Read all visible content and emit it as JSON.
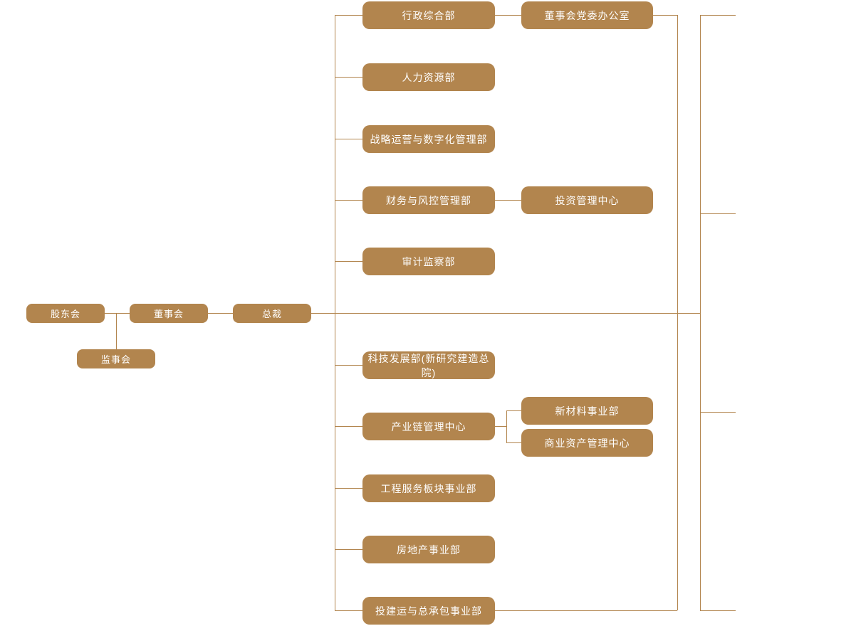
{
  "colors": {
    "node_fill": "#b2854e",
    "node_text": "#ffffff",
    "line": "#b2854e",
    "background": "#ffffff"
  },
  "nodes": {
    "shareholders": "股东会",
    "board": "董事会",
    "president": "总裁",
    "supervisory": "监事会",
    "admin": "行政综合部",
    "party_office": "董事会党委办公室",
    "hr": "人力资源部",
    "strategy": "战略运营与数字化管理部",
    "finance": "财务与风控管理部",
    "investment": "投资管理中心",
    "audit": "审计监察部",
    "tech": "科技发展部(新研究建造总院)",
    "industry_chain": "产业链管理中心",
    "new_materials": "新材料事业部",
    "commercial_assets": "商业资产管理中心",
    "engineering": "工程服务板块事业部",
    "real_estate": "房地产事业部",
    "epc": "投建运与总承包事业部"
  },
  "hierarchy": {
    "root": "股东会",
    "edges": [
      [
        "股东会",
        "董事会"
      ],
      [
        "股东会",
        "监事会"
      ],
      [
        "董事会",
        "总裁"
      ],
      [
        "总裁",
        "行政综合部"
      ],
      [
        "行政综合部",
        "董事会党委办公室"
      ],
      [
        "总裁",
        "人力资源部"
      ],
      [
        "总裁",
        "战略运营与数字化管理部"
      ],
      [
        "总裁",
        "财务与风控管理部"
      ],
      [
        "财务与风控管理部",
        "投资管理中心"
      ],
      [
        "总裁",
        "审计监察部"
      ],
      [
        "总裁",
        "科技发展部(新研究建造总院)"
      ],
      [
        "总裁",
        "产业链管理中心"
      ],
      [
        "产业链管理中心",
        "新材料事业部"
      ],
      [
        "产业链管理中心",
        "商业资产管理中心"
      ],
      [
        "总裁",
        "工程服务板块事业部"
      ],
      [
        "总裁",
        "房地产事业部"
      ],
      [
        "总裁",
        "投建运与总承包事业部"
      ]
    ]
  }
}
